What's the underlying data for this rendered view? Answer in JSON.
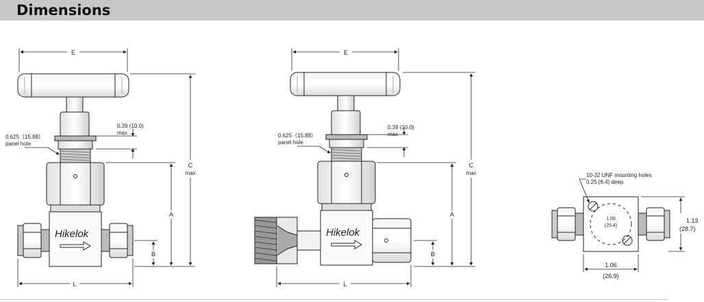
{
  "header": {
    "title": "Dimensions"
  },
  "views": {
    "front": {
      "dim_e": "E",
      "dim_c": "C",
      "dim_c_max": "max",
      "dim_a": "A",
      "dim_b": "B",
      "dim_l": "L",
      "panel_hole_value": "0.625（15.88）",
      "panel_hole_label": "panel hole",
      "thickness_value": "0.39 (10.0)",
      "thickness_max": "max",
      "brand": "Hikelok"
    },
    "side": {
      "dim_e": "E",
      "dim_c": "C",
      "dim_c_max": "max",
      "dim_a": "A",
      "dim_b": "B",
      "dim_l": "L",
      "panel_hole_value": "0.625（15.88）",
      "panel_hole_label": "panel hole",
      "thickness_value": "0.39 (10.0)",
      "thickness_max": "max",
      "brand": "Hikelok"
    },
    "bottom": {
      "mount_label_1": "10-32 UNF mounting holes",
      "mount_label_2": "0.25 (6.4) deep",
      "center_in": "1.00",
      "center_mm": "(25.4)",
      "width_in": "1.06",
      "width_mm": "(26.9)",
      "height_in": "1.13",
      "height_mm": "(28.7)"
    }
  }
}
